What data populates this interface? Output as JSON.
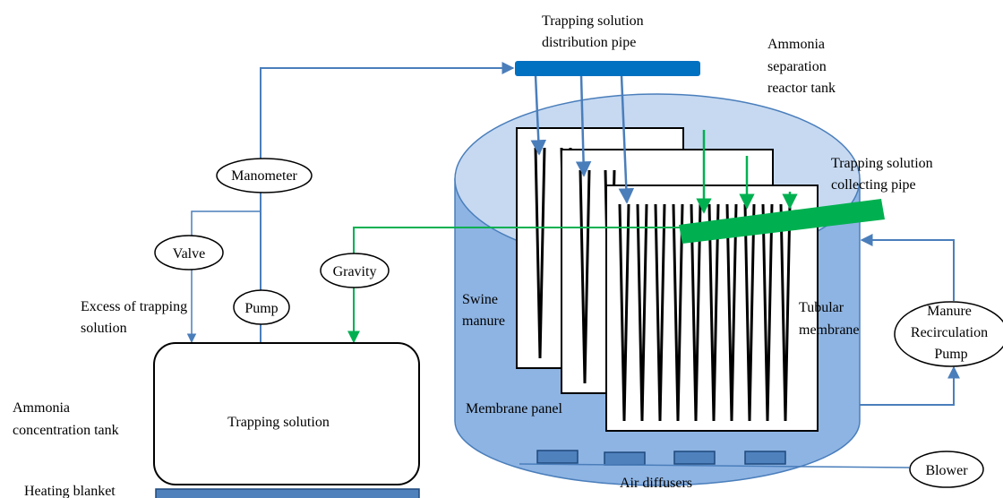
{
  "labels": {
    "distribution_pipe": [
      "Trapping  solution",
      "distribution  pipe"
    ],
    "reactor_tank": [
      "Ammonia",
      "separation",
      "reactor tank"
    ],
    "manometer": "Manometer",
    "collecting_pipe": [
      "Trapping  solution",
      "collecting  pipe"
    ],
    "valve": "Valve",
    "gravity": "Gravity",
    "excess": [
      "Excess  of trapping",
      "solution"
    ],
    "pump": "Pump",
    "swine_manure": [
      "Swine",
      "manure"
    ],
    "tubular_membrane": [
      "Tubular",
      "membrane"
    ],
    "recirculation_pump": [
      "Manure",
      "Recirculation",
      "Pump"
    ],
    "concentration_tank": [
      "Ammonia",
      "concentration  tank"
    ],
    "trapping_solution": "Trapping  solution",
    "membrane_panel": "Membrane panel",
    "blower": "Blower",
    "air_diffusers": "Air diffusers",
    "heating_blanket": "Heating  blanket"
  },
  "colors": {
    "blue_line": "#4a7ebb",
    "green_line": "#00b050",
    "dist_pipe": "#0070c0",
    "tank_body": "#8eb4e3",
    "tank_top": "#c6d9f1",
    "tank_stroke": "#4a7ebb",
    "collect_pipe": "#00b050"
  }
}
